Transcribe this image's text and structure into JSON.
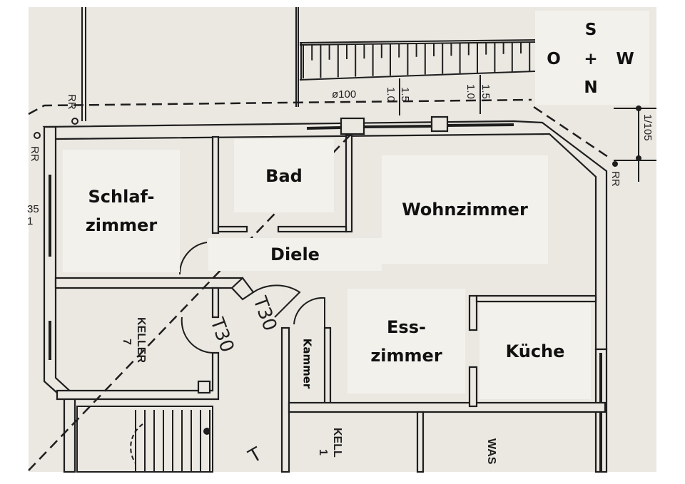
{
  "rooms": {
    "schlafzimmer": [
      "Schlaf-",
      "zimmer"
    ],
    "bad": "Bad",
    "wohnzimmer": "Wohnzimmer",
    "diele": "Diele",
    "esszimmer": [
      "Ess-",
      "zimmer"
    ],
    "kueche": "Küche",
    "kammer": "Kammer"
  },
  "compass": {
    "top": "S",
    "left": "O",
    "center": "+",
    "right": "W",
    "bottom": "N"
  },
  "annotations": {
    "pipe": "ø100",
    "slope_a1": "1.5",
    "slope_a2": "1.0",
    "slope_b1": "1.5",
    "slope_b2": "1.0",
    "rr_top": "RR",
    "rr_left": "RR",
    "rr_right": "RR",
    "dim_left_1": "35",
    "dim_left_2": "1",
    "dim_right": "1/105",
    "keller7_name": "KELLER",
    "keller7_num": "7",
    "keller1_name": "KELL",
    "keller1_num": "1",
    "wasch": "WAS",
    "door1": "T30",
    "door2": "T30",
    "door3": "T"
  },
  "colors": {
    "paper": "#ebe8e2",
    "label_bg": "#f3f1ec",
    "ink": "#1e1e1e"
  }
}
